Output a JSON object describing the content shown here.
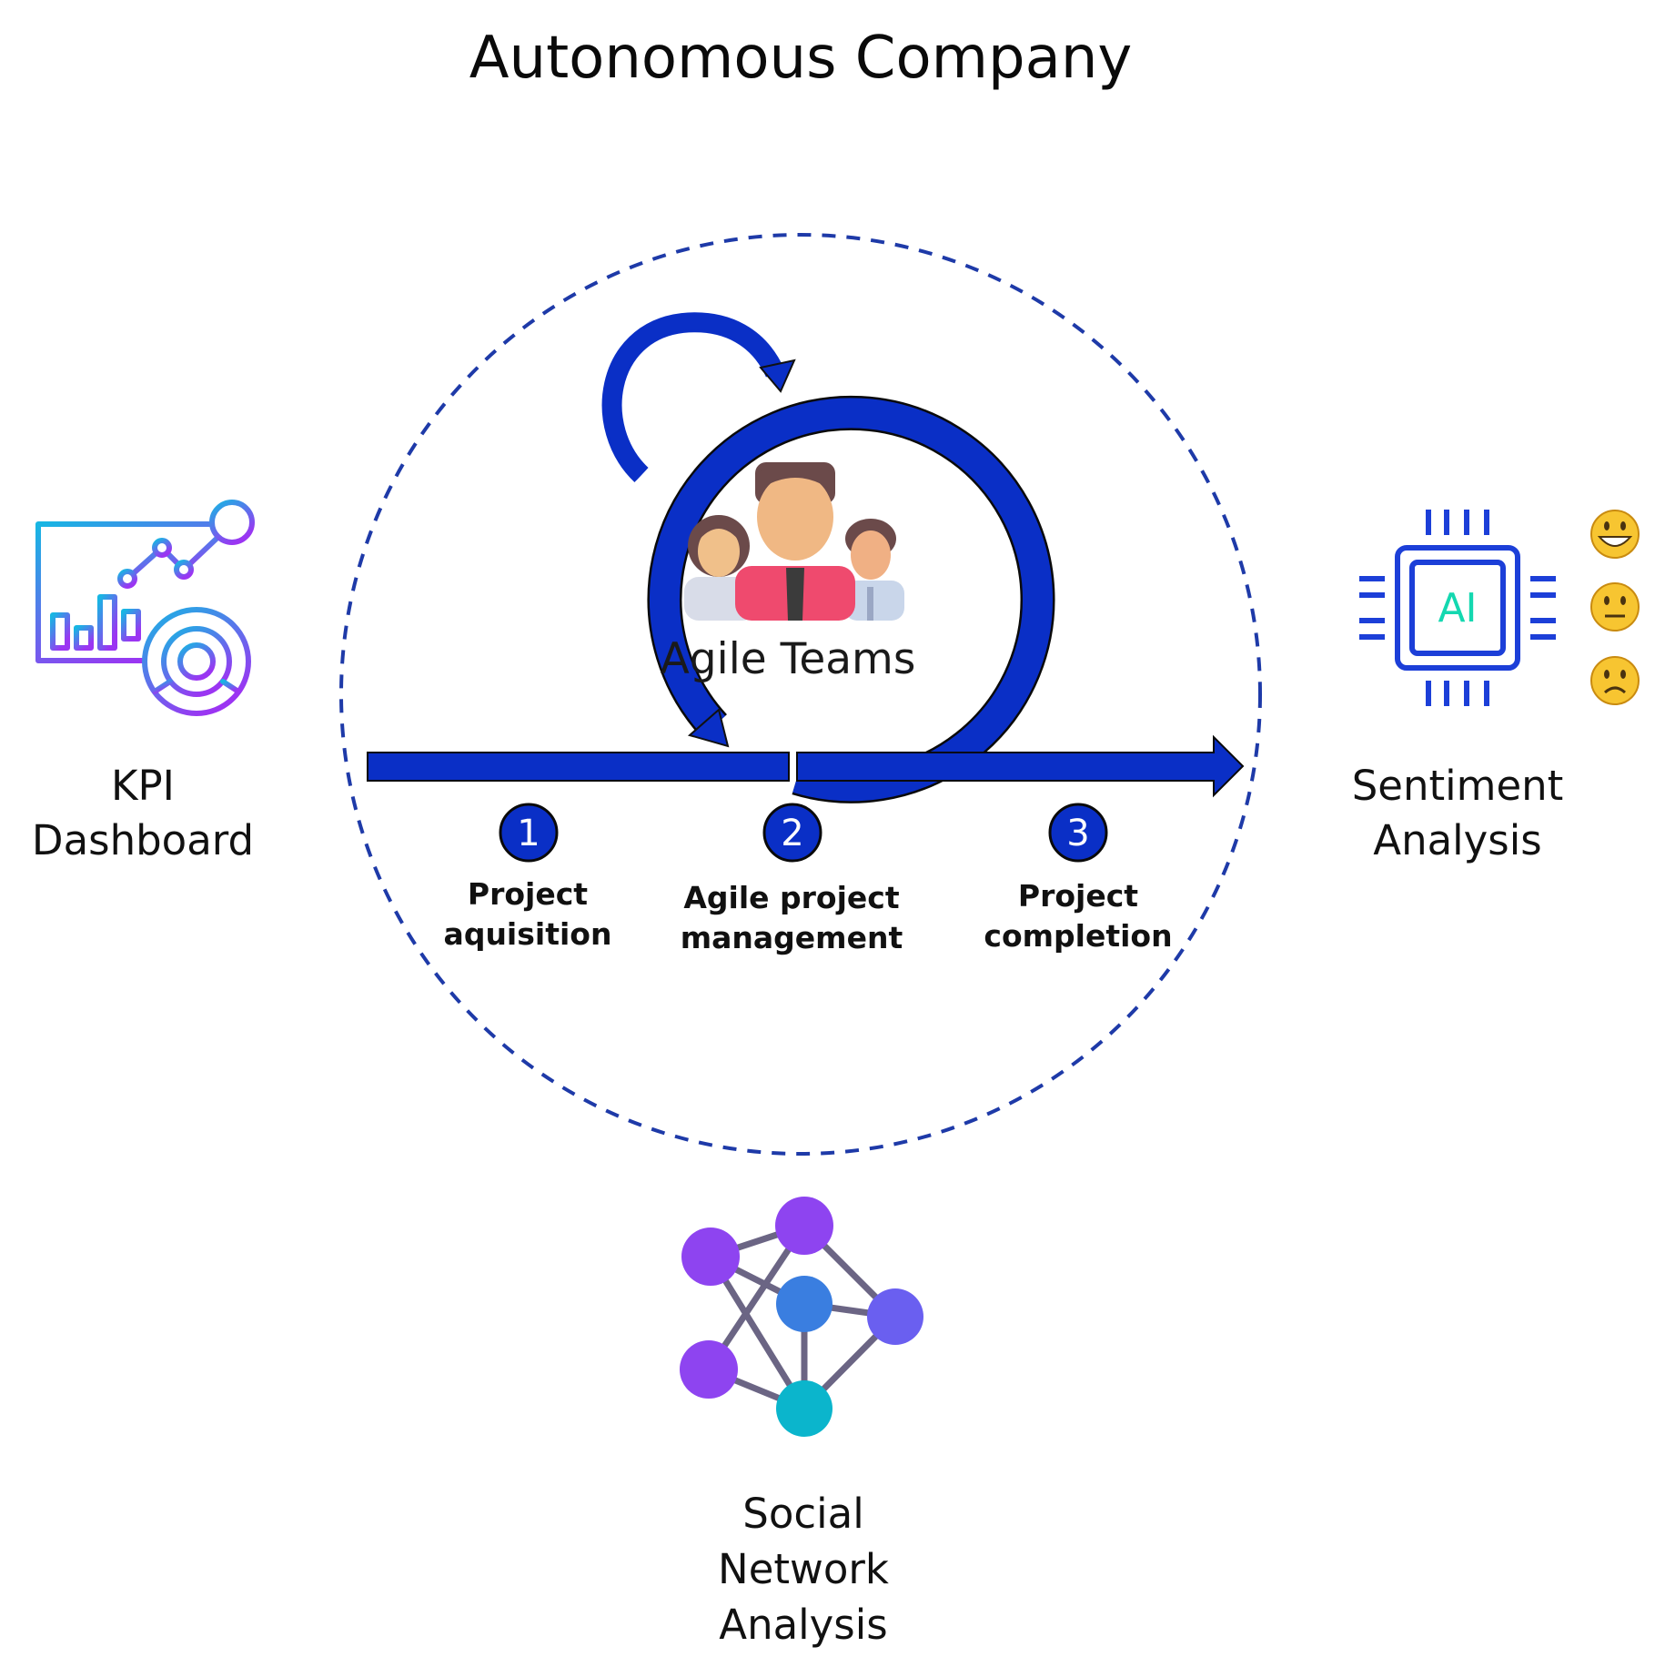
{
  "title": "Autonomous Company",
  "center": {
    "label": "Agile Teams",
    "icon": "team-people-icon"
  },
  "steps": [
    {
      "number": "1",
      "label_lines": [
        "Project",
        "aquisition"
      ]
    },
    {
      "number": "2",
      "label_lines": [
        "Agile project",
        "management"
      ]
    },
    {
      "number": "3",
      "label_lines": [
        "Project",
        "completion"
      ]
    }
  ],
  "tools": {
    "kpi": {
      "label_lines": [
        "KPI",
        "Dashboard"
      ],
      "icon": "kpi-dashboard-icon"
    },
    "sentiment": {
      "label_lines": [
        "Sentiment",
        "Analysis"
      ],
      "icon": "ai-chip-icon",
      "chip_text": "AI",
      "emojis": [
        "😄",
        "😐",
        "🙁"
      ]
    },
    "social": {
      "label_lines": [
        "Social",
        "Network",
        "Analysis"
      ],
      "icon": "network-graph-icon"
    }
  },
  "colors": {
    "flow_blue": "#0a2fc6",
    "dashed_circle": "#1e3aa8",
    "kpi_gradient_start": "#17b6e3",
    "kpi_gradient_end": "#9b35f2",
    "ai_text": "#14d8b0",
    "node_purple": "#8e44f0",
    "node_blue": "#3a7ee0",
    "node_indigo": "#6a5ff0",
    "node_teal": "#0bb5cc",
    "edge_gray": "#6b6584"
  }
}
